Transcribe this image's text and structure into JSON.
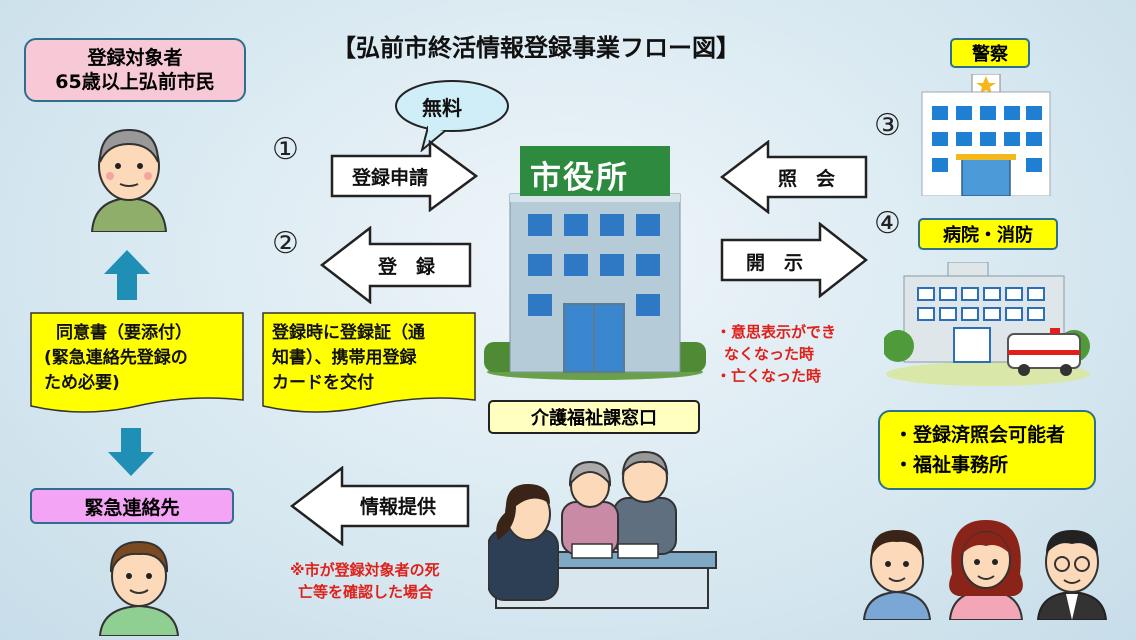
{
  "title": "【弘前市終活情報登録事業フロー図】",
  "registrant": {
    "line1": "登録対象者",
    "line2": "65歳以上弘前市民"
  },
  "free_bubble": "無料",
  "steps": {
    "n1": "①",
    "n2": "②",
    "n3": "③",
    "n4": "④"
  },
  "arrows": {
    "apply": "登録申請",
    "register": "登　録",
    "inquiry": "照　会",
    "disclose": "開　示",
    "info": "情報提供"
  },
  "city_hall_sign": "市役所",
  "consent_note": {
    "line1": "同意書（要添付）",
    "line2": "(緊急連絡先登録の",
    "line3": "ため必要)"
  },
  "card_note": {
    "line1": "登録時に登録証（通",
    "line2": "知書）、携帯用登録",
    "line3": "カードを交付"
  },
  "conditions": {
    "line1": "・意思表示ができ",
    "line2": "なくなった時",
    "line3": "・亡くなった時"
  },
  "desk": "介護福祉課窓口",
  "emergency": "緊急連絡先",
  "death_note": {
    "line1": "※市が登録対象者の死",
    "line2": "亡等を確認した場合"
  },
  "police": "警察",
  "hospital": "病院・消防",
  "authorized": {
    "line1": "・登録済照会可能者",
    "line2": "・福祉事務所"
  },
  "colors": {
    "pink_box": "#f7c8d6",
    "magenta_box": "#f4a4f4",
    "yellow_note": "#ffff00",
    "teal_arrow": "#1f8fb5",
    "box_border": "#2e6e8e"
  }
}
